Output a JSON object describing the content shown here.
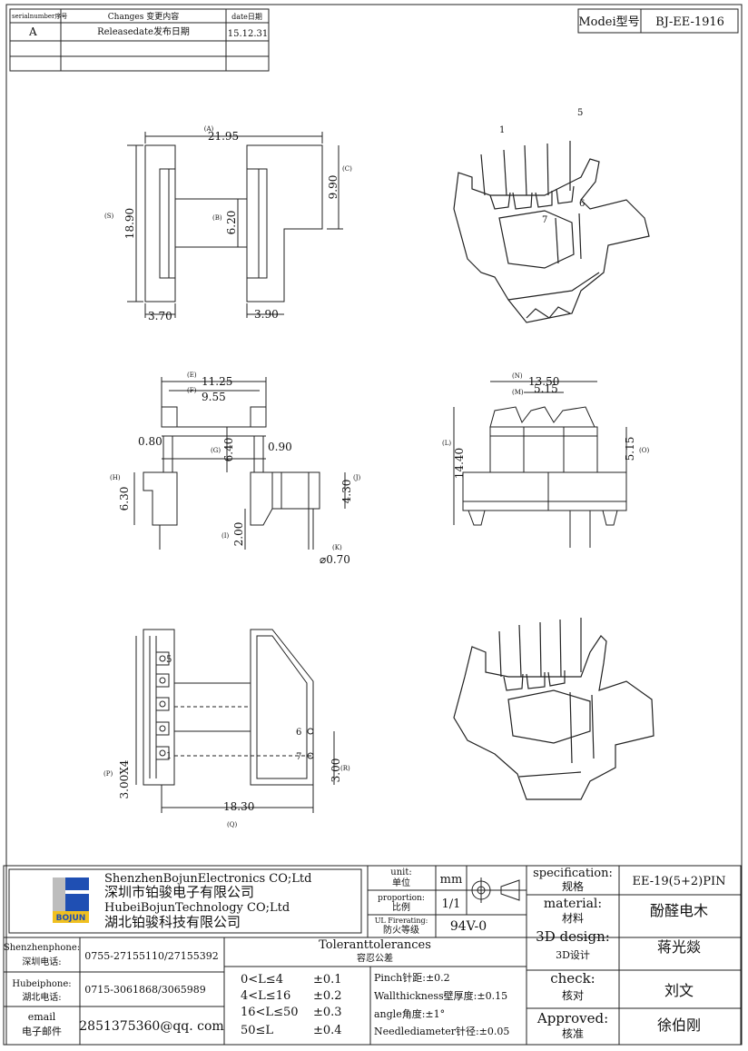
{
  "revision": {
    "headers": {
      "serial": "serialnumber序号",
      "changes": "Changes 变更内容",
      "date": "date日期"
    },
    "rows": [
      {
        "serial": "A",
        "changes": "Releasedate发布日期",
        "date": "15.12.31"
      }
    ]
  },
  "model": {
    "label": "Modei型号",
    "value": "BJ-EE-1916"
  },
  "drawing": {
    "top": {
      "A_label": "(A)",
      "A": "21.95",
      "C_label": "(C)",
      "C": "9.90",
      "S_label": "(S)",
      "S": "18.90",
      "B_label": "(B)",
      "B": "6.20",
      "w1": "3.70",
      "w2": "3.90"
    },
    "iso": {
      "p1": "1",
      "p5": "5",
      "p6": "6",
      "p7": "7"
    },
    "side": {
      "E_label": "(E)",
      "E": "11.25",
      "F_label": "(F)",
      "F": "9.55",
      "d080": "0.80",
      "G_label": "(G)",
      "G": "6.40",
      "d090": "0.90",
      "H_label": "(H)",
      "H": "6.30",
      "J_label": "(J)",
      "J": "4.30",
      "I_label": "(I)",
      "I": "2.00",
      "K_label": "(K)",
      "K": "⌀0.70"
    },
    "front": {
      "N_label": "(N)",
      "N": "13.50",
      "M_label": "(M)",
      "M": "5.15",
      "L_label": "(L)",
      "L": "14.40",
      "O_label": "(O)",
      "O": "5.15"
    },
    "bottom": {
      "p5": "5",
      "p1": "1",
      "p6": "6",
      "p7": "7",
      "P_label": "(P)",
      "P": "3.00X4",
      "R_label": "(R)",
      "R": "3.00",
      "Q_label": "(Q)",
      "Q": "18.30"
    }
  },
  "titleblock": {
    "company1_en": "ShenzhenBojunElectronics CO;Ltd",
    "company1_cn": "深圳市铂骏电子有限公司",
    "company2_en": "HubeiBojunTechnology CO;Ltd",
    "company2_cn": "湖北铂骏科技有限公司",
    "logo_text": "BOJUN",
    "unit_label": "unit:",
    "unit_cn": "单位",
    "unit_value": "mm",
    "proportion_label": "proportion:",
    "proportion_cn": "比例",
    "proportion_value": "1/1",
    "fire_label": "UL Firerating:",
    "fire_cn": "防火等级",
    "fire_value": "94V-0",
    "spec_label": "specification:",
    "spec_cn": "规格",
    "spec_value": "EE-19(5+2)PIN",
    "material_label": "material:",
    "material_cn": "材料",
    "material_value": "酚醛电木",
    "design_label": "3D design:",
    "design_cn": "3D设计",
    "design_value": "蒋光燚",
    "check_label": "check:",
    "check_cn": "核对",
    "check_value": "刘文",
    "approved_label": "Approved:",
    "approved_cn": "核准",
    "approved_value": "徐伯刚",
    "shenzhen_label": "Shenzhenphone:",
    "shenzhen_cn": "深圳电话:",
    "shenzhen_value": "0755-27155110/27155392",
    "hubei_label": "Hubeiphone:",
    "hubei_cn": "湖北电话:",
    "hubei_value": "0715-3061868/3065989",
    "email_label": "email",
    "email_cn": "电子邮件",
    "email_value": "2851375360@qq. com",
    "tol_title": "Toleranttolerances",
    "tol_cn": "容忍公差",
    "tolerances": [
      {
        "range": "0<L≤4",
        "value": "±0.1"
      },
      {
        "range": "4<L≤16",
        "value": "±0.2"
      },
      {
        "range": "16<L≤50",
        "value": "±0.3"
      },
      {
        "range": "50≤L",
        "value": "±0.4"
      }
    ],
    "pinch": "Pinch针距:±0.2",
    "wall": "Wallthickness壁厚度:±0.15",
    "angle": "angle角度:±1°",
    "needle": "Needlediameter针径:±0.05"
  }
}
